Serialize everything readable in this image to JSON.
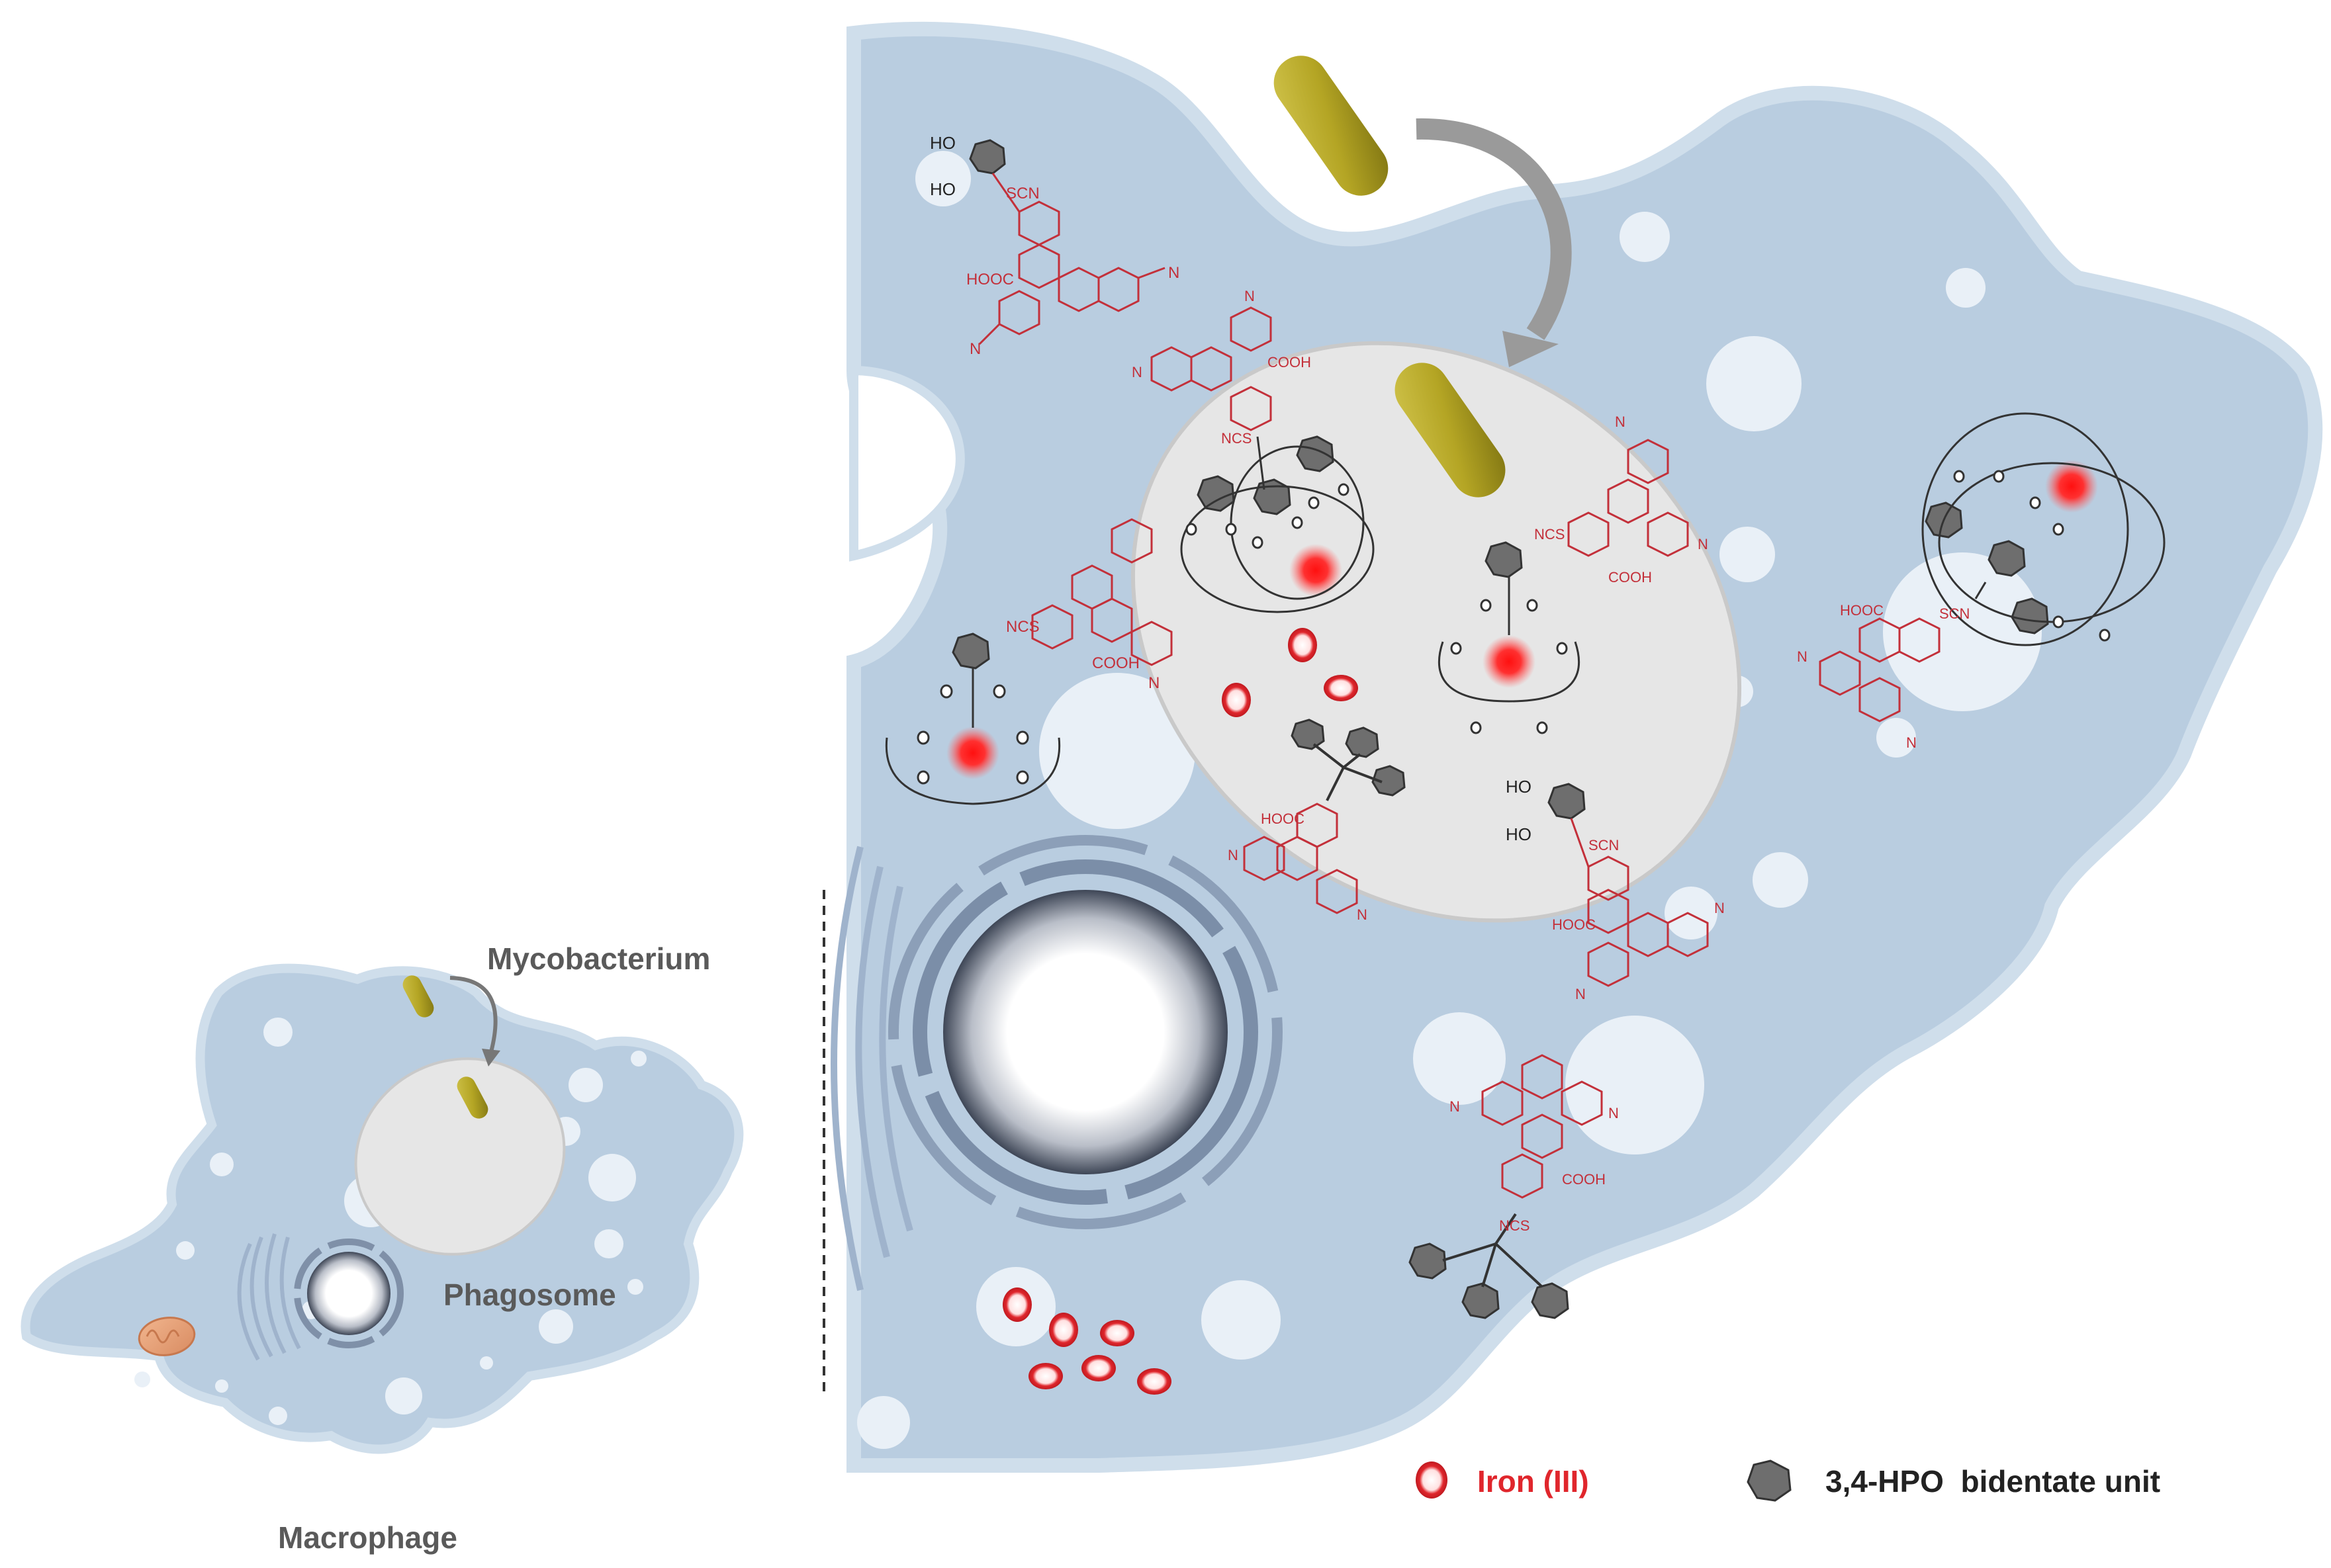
{
  "labels": {
    "mycobacterium": "Mycobacterium",
    "phagosome": "Phagosome",
    "macrophage": "Macrophage"
  },
  "legend": {
    "iron": "Iron (III)",
    "hpo": "3,4-HPO  bidentate unit"
  },
  "chem": {
    "ho": "HO",
    "scn": "SCN",
    "ncs": "NCS",
    "cooh": "COOH",
    "hooc": "HOOC",
    "n": "N",
    "o": "O"
  },
  "colors": {
    "cytoplasm": "#b9cde0",
    "cytoplasm_edge": "#cfdeeb",
    "phagosome": "#e6e6e6",
    "bacterium": "#b8a826",
    "iron": "#e0262c",
    "chelator": "#6e6e6e",
    "chemistry": "#c3303a"
  }
}
